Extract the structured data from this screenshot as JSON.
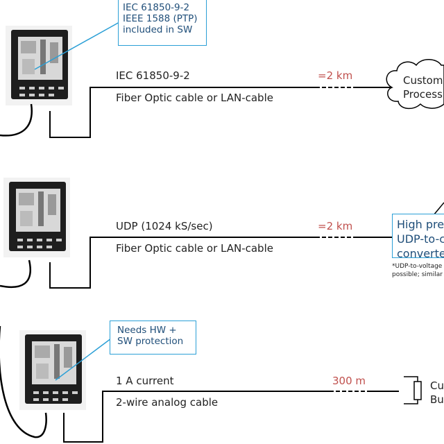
{
  "rows": [
    {
      "protocol": "IEC 61850-9-2",
      "cable": "Fiber Optic cable or LAN-cable",
      "distance": "=2 km"
    },
    {
      "protocol": "UDP (1024 kS/sec)",
      "cable": "Fiber Optic cable or LAN-cable",
      "distance": "=2 km"
    },
    {
      "protocol": "1 A current",
      "cable": "2-wire analog cable",
      "distance": "300 m"
    }
  ],
  "callouts": {
    "iec": [
      "IEC 61850-9-2",
      "IEEE 1588 (PTP)",
      "included in SW"
    ],
    "hw": [
      "Needs HW +",
      "SW protection"
    ],
    "converter": [
      "High prec",
      "UDP-to-cu",
      "converter"
    ]
  },
  "cloud": [
    "Custome",
    "Process"
  ],
  "note": [
    "*UDP-to-voltage",
    "possible; similar"
  ],
  "burden": [
    "Cu",
    "Bu"
  ],
  "colors": {
    "accent": "#2a9fd6",
    "distance": "#c0504d",
    "callout_text": "#1f4e79"
  }
}
